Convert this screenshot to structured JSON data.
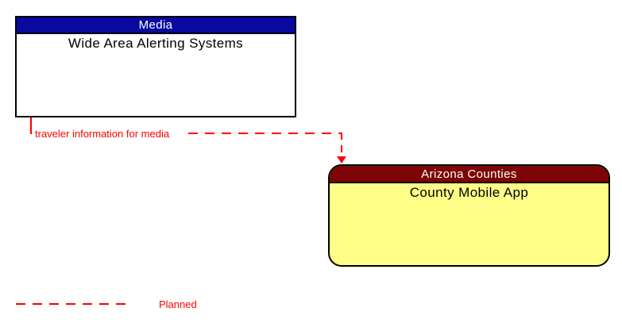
{
  "nodes": {
    "media": {
      "title": "Media",
      "subtitle": "Wide Area Alerting Systems",
      "shape": "rectangle",
      "header_color": "#0909a0",
      "body_color": "#ffffff",
      "title_text_color": "#ffffff",
      "body_text_color": "#000000"
    },
    "arizona_counties": {
      "title": "Arizona Counties",
      "subtitle": "County Mobile App",
      "shape": "rounded-rectangle",
      "header_color": "#7d0404",
      "body_color": "#ffff87",
      "title_text_color": "#ffffff",
      "body_text_color": "#000000"
    }
  },
  "flow": {
    "label": "traveler information for media",
    "from": "Wide Area Alerting Systems",
    "to": "County Mobile App",
    "line_style": "dashed",
    "line_color": "#ff0000",
    "status": "Planned"
  },
  "legend": {
    "items": [
      {
        "label": "Planned",
        "line_style": "dashed",
        "line_color": "#ff0000"
      }
    ]
  }
}
